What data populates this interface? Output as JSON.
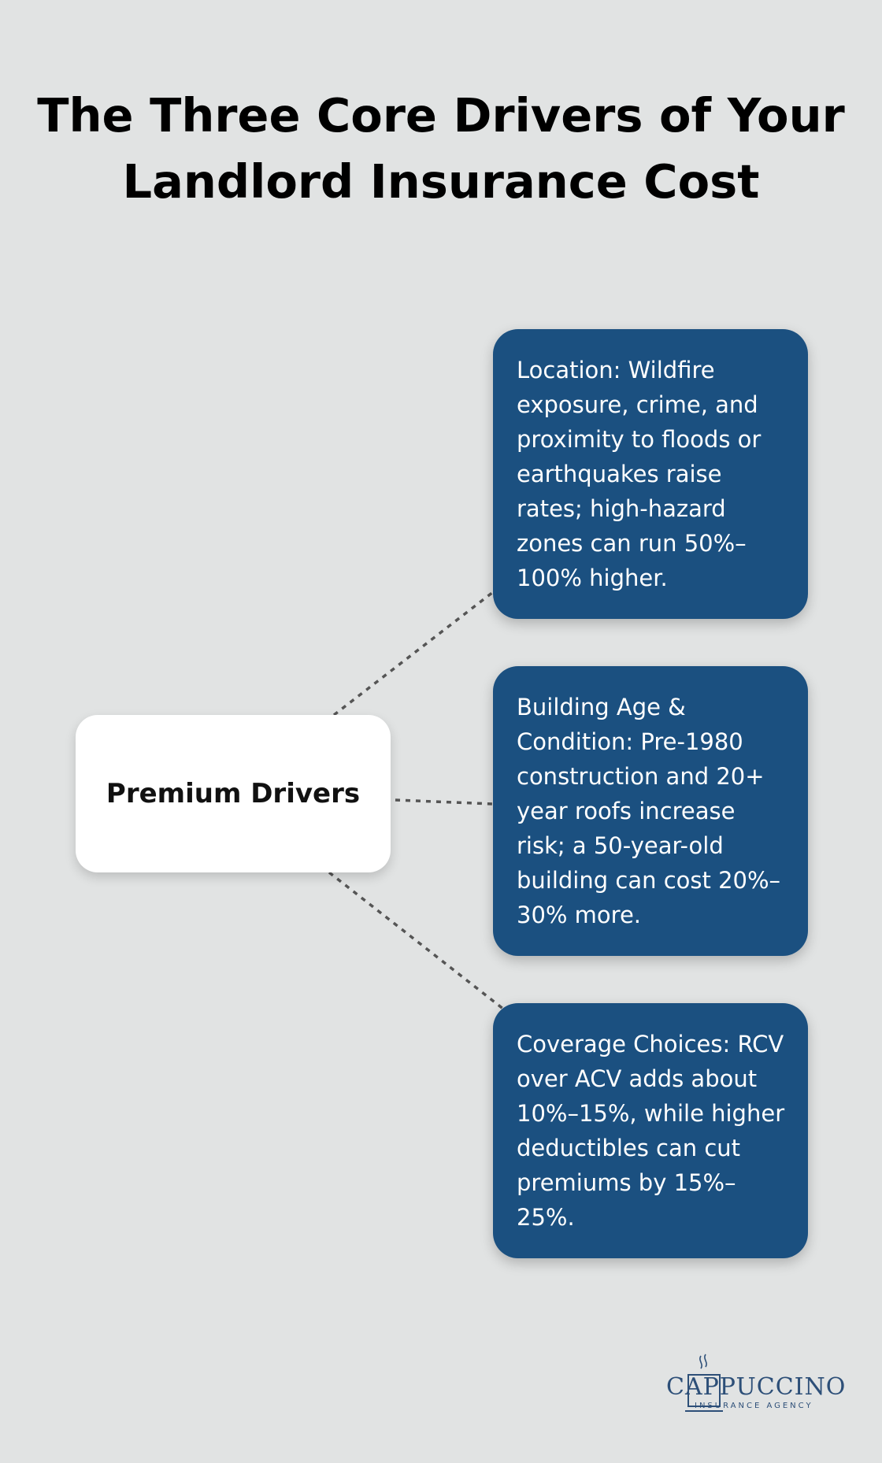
{
  "title": "The Three Core Drivers of Your Landlord Insurance Cost",
  "center": {
    "label": "Premium Drivers"
  },
  "drivers": [
    {
      "text": "Location: Wildfire exposure, crime, and proximity to floods or earthquakes raise rates; high-hazard zones can run 50%–100% higher."
    },
    {
      "text": "Building Age & Condition: Pre-1980 construction and 20+ year roofs increase risk; a 50-year-old building can cost 20%–30% more."
    },
    {
      "text": "Coverage Choices: RCV over ACV adds about 10%–15%, while higher deductibles can cut premiums by 15%–25%."
    }
  ],
  "logo": {
    "name": "CAPPUCCINO",
    "tagline": "INSURANCE AGENCY"
  },
  "colors": {
    "background": "#e1e3e3",
    "card": "#1b5080",
    "center_node": "#ffffff",
    "connector": "#555555",
    "logo": "#2d4f78"
  }
}
